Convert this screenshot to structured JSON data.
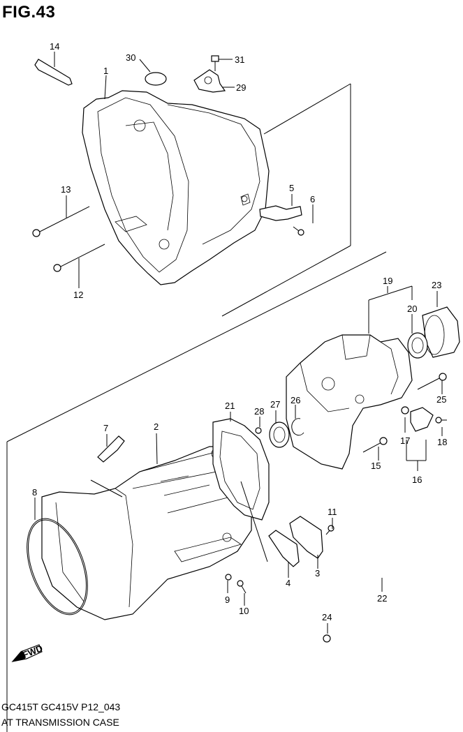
{
  "figure": {
    "title": "FIG.43",
    "model_code": "GC415T GC415V P12_043",
    "caption": "AT TRANSMISSION CASE"
  },
  "callouts": [
    "1",
    "2",
    "3",
    "4",
    "5",
    "6",
    "7",
    "8",
    "9",
    "10",
    "11",
    "12",
    "13",
    "14",
    "15",
    "16",
    "17",
    "18",
    "19",
    "20",
    "21",
    "22",
    "23",
    "24",
    "25",
    "26",
    "27",
    "28",
    "29",
    "30",
    "31"
  ],
  "fwd_label": "FWD"
}
